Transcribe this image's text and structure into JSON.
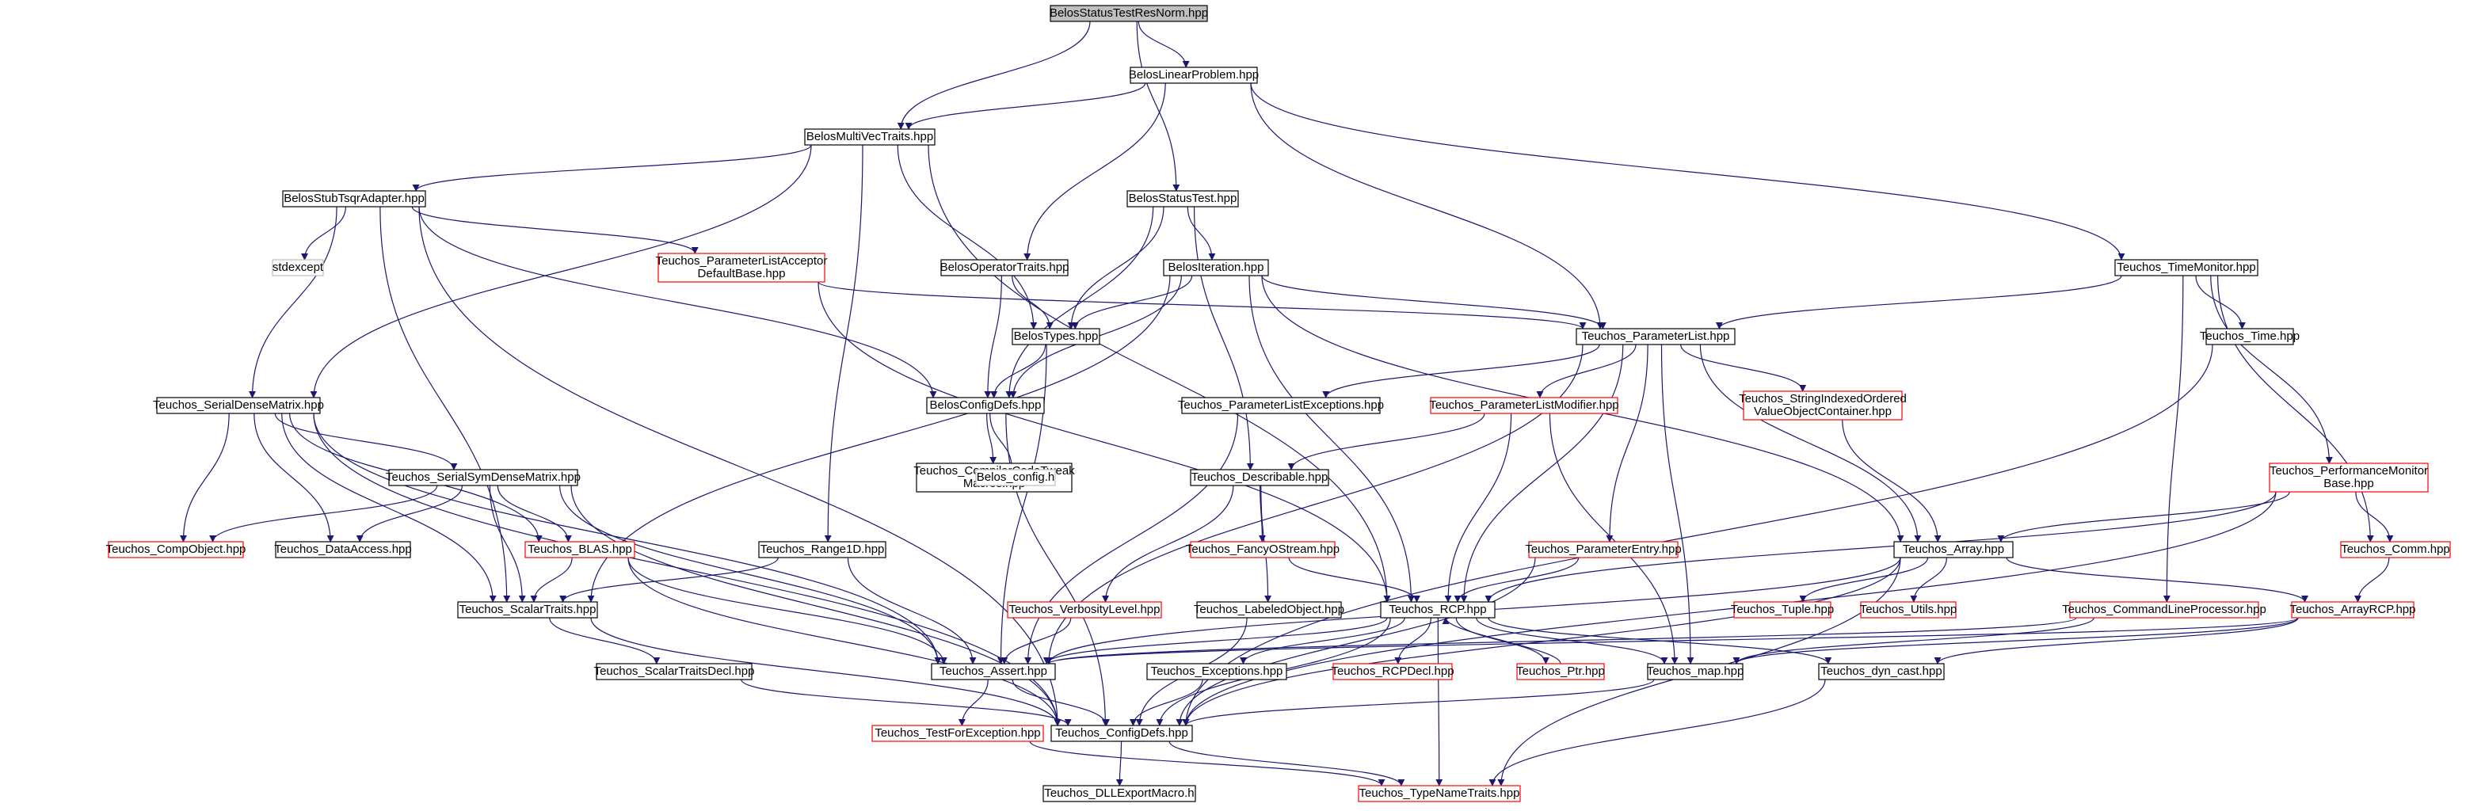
{
  "colors": {
    "edge": "#191970",
    "border_default": "#000000",
    "border_incomplete": "#ff0000",
    "border_external": "#bfbfbf",
    "fill_root": "#bfbfbf",
    "fill_default": "#ffffff",
    "text": "#000000",
    "text_external": "#808080"
  },
  "nodes": [
    {
      "id": "root",
      "kind": "root",
      "lines": [
        "BelosStatusTestResNorm.hpp"
      ]
    },
    {
      "id": "lp",
      "kind": "default",
      "lines": [
        "BelosLinearProblem.hpp"
      ]
    },
    {
      "id": "mvt",
      "kind": "default",
      "lines": [
        "BelosMultiVecTraits.hpp"
      ]
    },
    {
      "id": "st",
      "kind": "default",
      "lines": [
        "BelosStatusTest.hpp"
      ]
    },
    {
      "id": "tsqr",
      "kind": "default",
      "lines": [
        "BelosStubTsqrAdapter.hpp"
      ]
    },
    {
      "id": "stdexcept",
      "kind": "external",
      "lines": [
        "stdexcept"
      ]
    },
    {
      "id": "plad",
      "kind": "incomplete",
      "lines": [
        "Teuchos_ParameterListAcceptor",
        "DefaultBase.hpp"
      ]
    },
    {
      "id": "ot",
      "kind": "default",
      "lines": [
        "BelosOperatorTraits.hpp"
      ]
    },
    {
      "id": "iter",
      "kind": "default",
      "lines": [
        "BelosIteration.hpp"
      ]
    },
    {
      "id": "tm",
      "kind": "default",
      "lines": [
        "Teuchos_TimeMonitor.hpp"
      ]
    },
    {
      "id": "types",
      "kind": "default",
      "lines": [
        "BelosTypes.hpp"
      ]
    },
    {
      "id": "pl",
      "kind": "default",
      "lines": [
        "Teuchos_ParameterList.hpp"
      ]
    },
    {
      "id": "time",
      "kind": "default",
      "lines": [
        "Teuchos_Time.hpp"
      ]
    },
    {
      "id": "sdm",
      "kind": "default",
      "lines": [
        "Teuchos_SerialDenseMatrix.hpp"
      ]
    },
    {
      "id": "cfg",
      "kind": "default",
      "lines": [
        "BelosConfigDefs.hpp"
      ]
    },
    {
      "id": "ple",
      "kind": "default",
      "lines": [
        "Teuchos_ParameterListExceptions.hpp"
      ]
    },
    {
      "id": "plm",
      "kind": "incomplete",
      "lines": [
        "Teuchos_ParameterListModifier.hpp"
      ]
    },
    {
      "id": "sio",
      "kind": "incomplete",
      "lines": [
        "Teuchos_StringIndexedOrdered",
        "ValueObjectContainer.hpp"
      ]
    },
    {
      "id": "ssdm",
      "kind": "default",
      "lines": [
        "Teuchos_SerialSymDenseMatrix.hpp"
      ]
    },
    {
      "id": "cct",
      "kind": "default",
      "lines": [
        "Teuchos_CompilerCodeTweak",
        "Macros.hpp"
      ]
    },
    {
      "id": "bconfig",
      "kind": "external",
      "lines": [
        "Belos_config.h"
      ]
    },
    {
      "id": "desc",
      "kind": "default",
      "lines": [
        "Teuchos_Describable.hpp"
      ]
    },
    {
      "id": "pmb",
      "kind": "incomplete",
      "lines": [
        "Teuchos_PerformanceMonitor",
        "Base.hpp"
      ]
    },
    {
      "id": "co",
      "kind": "incomplete",
      "lines": [
        "Teuchos_CompObject.hpp"
      ]
    },
    {
      "id": "da",
      "kind": "default",
      "lines": [
        "Teuchos_DataAccess.hpp"
      ]
    },
    {
      "id": "blas",
      "kind": "incomplete",
      "lines": [
        "Teuchos_BLAS.hpp"
      ]
    },
    {
      "id": "range",
      "kind": "default",
      "lines": [
        "Teuchos_Range1D.hpp"
      ]
    },
    {
      "id": "fos",
      "kind": "incomplete",
      "lines": [
        "Teuchos_FancyOStream.hpp"
      ]
    },
    {
      "id": "pe",
      "kind": "incomplete",
      "lines": [
        "Teuchos_ParameterEntry.hpp"
      ]
    },
    {
      "id": "array",
      "kind": "default",
      "lines": [
        "Teuchos_Array.hpp"
      ]
    },
    {
      "id": "comm",
      "kind": "incomplete",
      "lines": [
        "Teuchos_Comm.hpp"
      ]
    },
    {
      "id": "scalar",
      "kind": "default",
      "lines": [
        "Teuchos_ScalarTraits.hpp"
      ]
    },
    {
      "id": "verb",
      "kind": "incomplete",
      "lines": [
        "Teuchos_VerbosityLevel.hpp"
      ]
    },
    {
      "id": "lo",
      "kind": "default",
      "lines": [
        "Teuchos_LabeledObject.hpp"
      ]
    },
    {
      "id": "rcp",
      "kind": "default",
      "lines": [
        "Teuchos_RCP.hpp"
      ]
    },
    {
      "id": "tuple",
      "kind": "incomplete",
      "lines": [
        "Teuchos_Tuple.hpp"
      ]
    },
    {
      "id": "utils",
      "kind": "incomplete",
      "lines": [
        "Teuchos_Utils.hpp"
      ]
    },
    {
      "id": "clp",
      "kind": "incomplete",
      "lines": [
        "Teuchos_CommandLineProcessor.hpp"
      ]
    },
    {
      "id": "arcp",
      "kind": "incomplete",
      "lines": [
        "Teuchos_ArrayRCP.hpp"
      ]
    },
    {
      "id": "std",
      "kind": "default",
      "lines": [
        "Teuchos_ScalarTraitsDecl.hpp"
      ]
    },
    {
      "id": "assert",
      "kind": "default",
      "lines": [
        "Teuchos_Assert.hpp"
      ]
    },
    {
      "id": "exc",
      "kind": "default",
      "lines": [
        "Teuchos_Exceptions.hpp"
      ]
    },
    {
      "id": "rcpdecl",
      "kind": "incomplete",
      "lines": [
        "Teuchos_RCPDecl.hpp"
      ]
    },
    {
      "id": "ptr",
      "kind": "incomplete",
      "lines": [
        "Teuchos_Ptr.hpp"
      ]
    },
    {
      "id": "map",
      "kind": "default",
      "lines": [
        "Teuchos_map.hpp"
      ]
    },
    {
      "id": "dyn",
      "kind": "default",
      "lines": [
        "Teuchos_dyn_cast.hpp"
      ]
    },
    {
      "id": "tfe",
      "kind": "incomplete",
      "lines": [
        "Teuchos_TestForException.hpp"
      ]
    },
    {
      "id": "tcd",
      "kind": "default",
      "lines": [
        "Teuchos_ConfigDefs.hpp"
      ]
    },
    {
      "id": "dll",
      "kind": "default",
      "lines": [
        "Teuchos_DLLExportMacro.h"
      ]
    },
    {
      "id": "tnt",
      "kind": "incomplete",
      "lines": [
        "Teuchos_TypeNameTraits.hpp"
      ]
    }
  ],
  "edges": [
    [
      "root",
      "lp"
    ],
    [
      "root",
      "mvt"
    ],
    [
      "root",
      "st"
    ],
    [
      "lp",
      "mvt"
    ],
    [
      "lp",
      "ot"
    ],
    [
      "lp",
      "pl"
    ],
    [
      "lp",
      "tm"
    ],
    [
      "mvt",
      "tsqr"
    ],
    [
      "mvt",
      "sdm"
    ],
    [
      "mvt",
      "types"
    ],
    [
      "mvt",
      "range"
    ],
    [
      "mvt",
      "rcp"
    ],
    [
      "tsqr",
      "stdexcept"
    ],
    [
      "tsqr",
      "plad"
    ],
    [
      "tsqr",
      "cfg"
    ],
    [
      "tsqr",
      "sdm"
    ],
    [
      "tsqr",
      "scalar"
    ],
    [
      "tsqr",
      "tcd"
    ],
    [
      "plad",
      "pl"
    ],
    [
      "plad",
      "rcp"
    ],
    [
      "st",
      "types"
    ],
    [
      "st",
      "iter"
    ],
    [
      "st",
      "cfg"
    ],
    [
      "st",
      "desc"
    ],
    [
      "ot",
      "types"
    ],
    [
      "ot",
      "cfg"
    ],
    [
      "iter",
      "types"
    ],
    [
      "iter",
      "cfg"
    ],
    [
      "iter",
      "pl"
    ],
    [
      "iter",
      "array"
    ],
    [
      "iter",
      "rcp"
    ],
    [
      "iter",
      "scalar"
    ],
    [
      "types",
      "cfg"
    ],
    [
      "types",
      "assert"
    ],
    [
      "cfg",
      "cct"
    ],
    [
      "cfg",
      "bconfig"
    ],
    [
      "cfg",
      "tcd"
    ],
    [
      "tm",
      "pl"
    ],
    [
      "tm",
      "time"
    ],
    [
      "tm",
      "pmb"
    ],
    [
      "tm",
      "clp"
    ],
    [
      "tm",
      "comm"
    ],
    [
      "time",
      "tcd"
    ],
    [
      "pl",
      "ple"
    ],
    [
      "pl",
      "plm"
    ],
    [
      "pl",
      "sio"
    ],
    [
      "pl",
      "pe"
    ],
    [
      "pl",
      "array"
    ],
    [
      "pl",
      "rcp"
    ],
    [
      "pl",
      "map"
    ],
    [
      "pl",
      "assert"
    ],
    [
      "ple",
      "assert"
    ],
    [
      "plm",
      "desc"
    ],
    [
      "plm",
      "rcp"
    ],
    [
      "plm",
      "map"
    ],
    [
      "sio",
      "array"
    ],
    [
      "pe",
      "rcp"
    ],
    [
      "pe",
      "tcd"
    ],
    [
      "desc",
      "fos"
    ],
    [
      "desc",
      "verb"
    ],
    [
      "desc",
      "lo"
    ],
    [
      "fos",
      "rcp"
    ],
    [
      "verb",
      "assert"
    ],
    [
      "lo",
      "tcd"
    ],
    [
      "pmb",
      "array"
    ],
    [
      "pmb",
      "comm"
    ],
    [
      "pmb",
      "rcp"
    ],
    [
      "pmb",
      "tcd"
    ],
    [
      "comm",
      "arcp"
    ],
    [
      "array",
      "tuple"
    ],
    [
      "array",
      "utils"
    ],
    [
      "array",
      "arcp"
    ],
    [
      "array",
      "assert"
    ],
    [
      "array",
      "tcd"
    ],
    [
      "array",
      "tnt"
    ],
    [
      "arcp",
      "assert"
    ],
    [
      "arcp",
      "map"
    ],
    [
      "arcp",
      "dyn"
    ],
    [
      "clp",
      "assert"
    ],
    [
      "clp",
      "map"
    ],
    [
      "sdm",
      "ssdm"
    ],
    [
      "sdm",
      "co"
    ],
    [
      "sdm",
      "da"
    ],
    [
      "sdm",
      "blas"
    ],
    [
      "sdm",
      "scalar"
    ],
    [
      "sdm",
      "assert"
    ],
    [
      "sdm",
      "tcd"
    ],
    [
      "ssdm",
      "co"
    ],
    [
      "ssdm",
      "da"
    ],
    [
      "ssdm",
      "blas"
    ],
    [
      "ssdm",
      "scalar"
    ],
    [
      "ssdm",
      "assert"
    ],
    [
      "ssdm",
      "tcd"
    ],
    [
      "blas",
      "scalar"
    ],
    [
      "blas",
      "assert"
    ],
    [
      "blas",
      "tcd"
    ],
    [
      "range",
      "scalar"
    ],
    [
      "range",
      "assert"
    ],
    [
      "scalar",
      "std"
    ],
    [
      "scalar",
      "tcd"
    ],
    [
      "std",
      "tcd"
    ],
    [
      "rcp",
      "assert"
    ],
    [
      "rcp",
      "exc"
    ],
    [
      "rcp",
      "rcpdecl"
    ],
    [
      "rcp",
      "ptr"
    ],
    [
      "rcp",
      "map"
    ],
    [
      "rcp",
      "dyn"
    ],
    [
      "rcp",
      "tnt"
    ],
    [
      "rcp",
      "tcd"
    ],
    [
      "ptr",
      "rcp"
    ],
    [
      "exc",
      "tcd"
    ],
    [
      "map",
      "tcd"
    ],
    [
      "dyn",
      "tnt"
    ],
    [
      "assert",
      "tfe"
    ],
    [
      "assert",
      "tcd"
    ],
    [
      "tfe",
      "tnt"
    ],
    [
      "tcd",
      "dll"
    ],
    [
      "tcd",
      "tnt"
    ]
  ]
}
